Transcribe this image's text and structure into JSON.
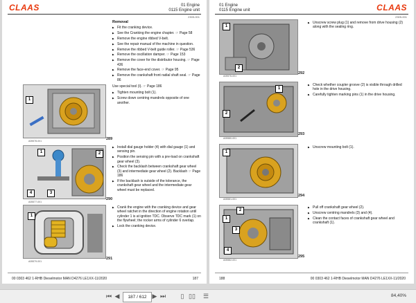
{
  "brand": "CLAAS",
  "left": {
    "header_line1": "01 Engine",
    "header_line2": "0115 Engine unit",
    "code": "2305-001",
    "removal_title": "Removal",
    "removal_steps": [
      "Fit the cranking device.",
      "See the Cranking the engine chapter. ☞ Page 58",
      "Remove the engine ribbed V-belt.",
      "See the repair manual of the machine in question.",
      "Remove the ribbed V-belt guide roller. ☞ Page 536",
      "Remove the oscillation damper. ☞ Page 153",
      "Remove the cover for the distributor housing. ☞ Page 436",
      "Remove the face-end cover. ☞ Page 95",
      "Remove the crankshaft front radial shaft seal. ☞ Page 86"
    ],
    "special_tool": "Use special tool (I). ☞ Page 186",
    "steps_289": [
      "Tighten mounting bolt (1).",
      "Screw down centring mandrels opposite of one another."
    ],
    "steps_290": [
      "Install dial gauge holder (4) with dial gauge (1) and sensing pin.",
      "Position the sensing pin with a pre-load on crankshaft gear wheel (3).",
      "Check the backlash between crankshaft gear wheel (3) and intermediate gear wheel (2). Backlash ☞ Page 186",
      "If the backlash is outside of the tolerance, the crankshaft gear wheel and the intermediate gear wheel must be replaced."
    ],
    "steps_291": [
      "Crank the engine with the cranking device and gear wheel ratchet in the direction of engine rotation until cylinder 1 is at ignition TDC. Observe TDC mark (1) on the flywheel; the rocker arms of cylinder 6 overlap.",
      "Lock the cranking device."
    ],
    "fig_numbers": [
      "289",
      "290",
      "291"
    ],
    "fig_codes": [
      "A05578-001",
      "A05577-001",
      "A05579-001"
    ],
    "footer_doc": "00 0303 462 1-RHB Dieselmotor MAN D4276 LE1XX-11/2020",
    "footer_page": "187"
  },
  "right": {
    "header_line1": "01 Engine",
    "header_line2": "0115 Engine unit",
    "code": "2305-001",
    "steps_292": [
      "Unscrew screw plug (1) and remove from drive housing (2) along with the sealing ring."
    ],
    "steps_293": [
      "Check whether coupler groove (2) is visible through drilled hole in the drive housing.",
      "Carefully tighten marking pins (1) in the drive housing."
    ],
    "steps_294": [
      "Unscrew mounting bolt (1)."
    ],
    "steps_295": [
      "Pull off crankshaft gear wheel (2).",
      "Unscrew centring mandrels (3) and (4).",
      "Clean the contact faces of crankshaft gear wheel and crankshaft (1)."
    ],
    "fig_numbers": [
      "292",
      "293",
      "294",
      "295"
    ],
    "fig_codes": [
      "A05576-001",
      "A05580-001",
      "A05581-001",
      "A05582-001"
    ],
    "footer_page": "188",
    "footer_doc": "00 0303 462 1-RHB Dieselmotor MAN D4276 LE1XX-11/2020"
  },
  "toolbar": {
    "page_input": "187 / 612",
    "zoom": "84,40%"
  }
}
